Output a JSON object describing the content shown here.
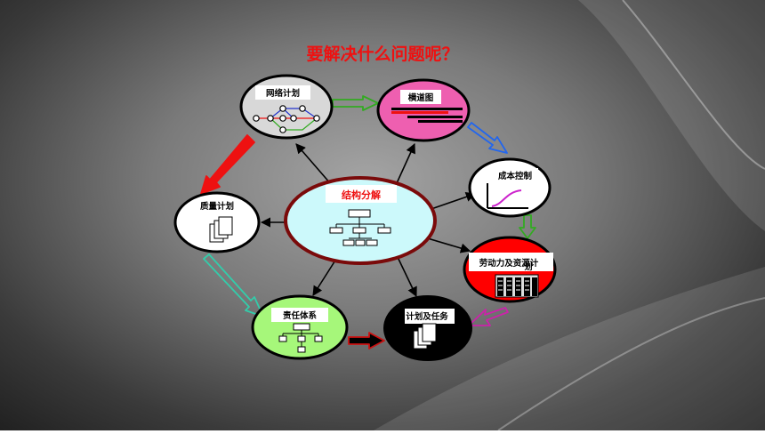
{
  "title": "要解决什么问题呢？",
  "nodes": {
    "network": "网络计划",
    "gantt": "横道图",
    "cost": "成本控制",
    "labor": "劳动力及资源计",
    "labor_overlay": "划",
    "plan": "计划及任务",
    "resp": "责任体系",
    "quality": "质量计划",
    "wbs": "结构分解"
  },
  "colors": {
    "title": "#ee1111",
    "center_fill": "#ccf9fb",
    "center_border": "#7a0a0a",
    "network_fill": "#d8d8d8",
    "gantt_fill": "#ee5fb0",
    "cost_fill": "#ffffff",
    "labor_fill": "#ff0000",
    "plan_fill": "#000000",
    "resp_fill": "#a6f77a",
    "quality_fill": "#ffffff",
    "arrow_red": "#ee1111",
    "arrow_green": "#33aa22",
    "arrow_blue": "#2266ee",
    "arrow_teal": "#33ccaa",
    "arrow_magenta": "#cc22aa",
    "arrow_darkred": "#cc1111"
  }
}
